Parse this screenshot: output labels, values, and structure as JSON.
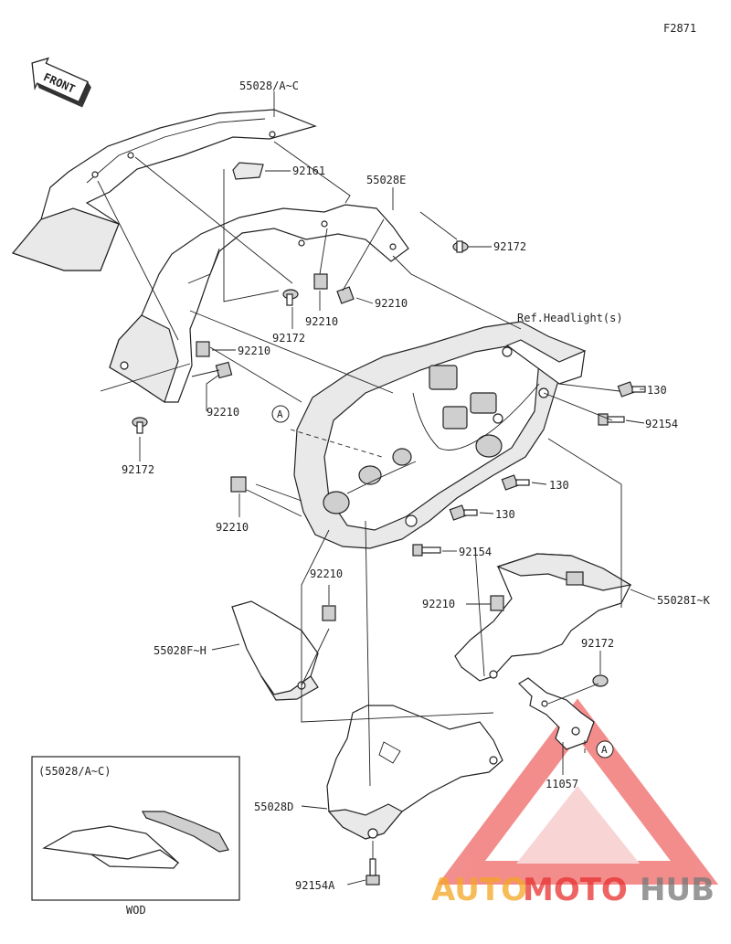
{
  "diagram_code": "F2871",
  "front_label": "FRONT",
  "callouts": {
    "a_upper_left": "A",
    "a_lower_right": "A"
  },
  "labels": {
    "p55028_ac": "55028/A~C",
    "p92161": "92161",
    "p55028e": "55028E",
    "p92172_right": "92172",
    "p92210_right": "92210",
    "p92210_center": "92210",
    "p92172_center": "92172",
    "ref_headlight": "Ref.Headlight(s)",
    "p92210_left_a": "92210",
    "p92210_left_b": "92210",
    "p92172_left": "92172",
    "p130_a": "130",
    "p92154_a": "92154",
    "p130_b": "130",
    "p130_c": "130",
    "p92210_lower_left": "92210",
    "p92154_b": "92154",
    "p92210_mid": "92210",
    "p92210_lower_right": "92210",
    "p55028_ik": "55028I~K",
    "p55028_fh": "55028F~H",
    "p92172_lower": "92172",
    "p11057": "11057",
    "p55028d": "55028D",
    "p92154a": "92154A"
  },
  "inset": {
    "title": "(55028/A~C)",
    "caption": "WOD"
  },
  "watermark": {
    "part1": "AUTO",
    "part2": "MOTO",
    "part3": "HUB",
    "color_orange": "#f5a623",
    "color_red": "#e8312f",
    "color_grey": "#777777",
    "triangle_color": "#e8312f"
  }
}
